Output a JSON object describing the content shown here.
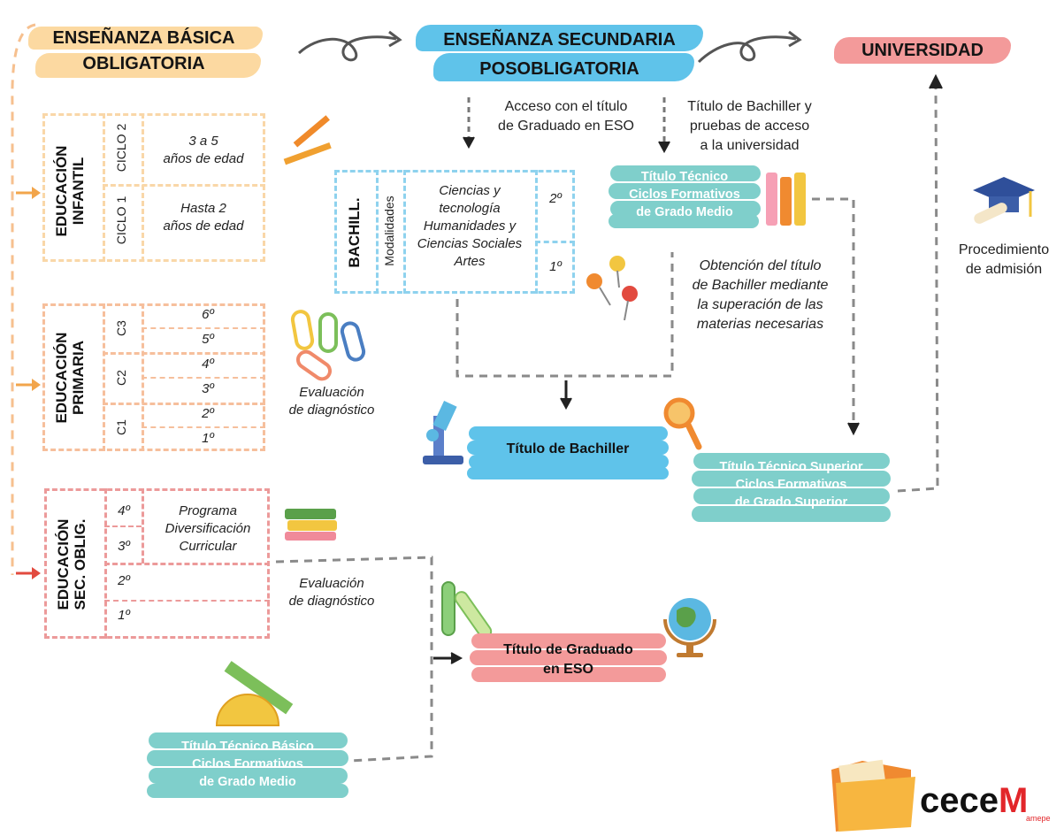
{
  "headers": {
    "basica": [
      "ENSEÑANZA BÁSICA",
      "OBLIGATORIA"
    ],
    "secundaria": [
      "ENSEÑANZA SECUNDARIA",
      "POSOBLIGATORIA"
    ],
    "universidad": "UNIVERSIDAD"
  },
  "infantil": {
    "title": [
      "EDUCACIÓN",
      "INFANTIL"
    ],
    "cycles": [
      {
        "label": "CICLO 2",
        "desc": [
          "3 a 5",
          "años de edad"
        ]
      },
      {
        "label": "CICLO 1",
        "desc": [
          "Hasta 2",
          "años de edad"
        ]
      }
    ]
  },
  "primaria": {
    "title": [
      "EDUCACIÓN",
      "PRIMARIA"
    ],
    "cycles": [
      "C3",
      "C2",
      "C1"
    ],
    "grades": [
      "6º",
      "5º",
      "4º",
      "3º",
      "2º",
      "1º"
    ],
    "note": [
      "Evaluación",
      "de diagnóstico"
    ]
  },
  "eso": {
    "title": [
      "EDUCACIÓN",
      "SEC. OBLIG."
    ],
    "grades": [
      "4º",
      "3º",
      "2º",
      "1º"
    ],
    "program": [
      "Programa",
      "Diversificación",
      "Curricular"
    ],
    "note": [
      "Evaluación",
      "de diagnóstico"
    ]
  },
  "bachillerato": {
    "title": "BACHILL.",
    "modal_label": "Modalidades",
    "modalities": [
      "Ciencias y",
      "tecnología",
      "Humanidades y",
      "Ciencias Sociales",
      "Artes"
    ],
    "grades": [
      "2º",
      "1º"
    ]
  },
  "notes": {
    "acceso_eso": [
      "Acceso con el título",
      "de Graduado en ESO"
    ],
    "titulo_bachiller_pruebas": [
      "Título de Bachiller y",
      "pruebas de acceso",
      "a la universidad"
    ],
    "obtencion": [
      "Obtención del título",
      "de Bachiller mediante",
      "la superación de las",
      "materias necesarias"
    ],
    "procedimiento": [
      "Procedimiento",
      "de admisión"
    ]
  },
  "titles": {
    "tecnico_medio": [
      "Título Técnico",
      "Ciclos Formativos",
      "de Grado Medio"
    ],
    "bachiller": "Título de Bachiller",
    "tecnico_superior": [
      "Título Técnico Superior",
      "Ciclos Formativos",
      "de Grado Superior"
    ],
    "graduado_eso": [
      "Título de Graduado",
      "en ESO"
    ],
    "tecnico_basico": [
      "Título Técnico Básico",
      "Ciclos Formativos",
      "de Grado Medio"
    ]
  },
  "logo": {
    "text": "cece",
    "letter": "M",
    "sub": "amepe"
  },
  "colors": {
    "yellow": "#fcd9a1",
    "blue": "#5fc3ea",
    "pink": "#f39a9a",
    "teal": "#7fcfcb",
    "infantil_border": "#f9d7a8",
    "primaria_border": "#f6bf9c",
    "eso_border": "#ec9a9a",
    "bach_border": "#8ed2ee",
    "connector": "#7a7a7a",
    "arrow_orange": "#f2a54b",
    "arrow_red": "#e24a3f"
  }
}
